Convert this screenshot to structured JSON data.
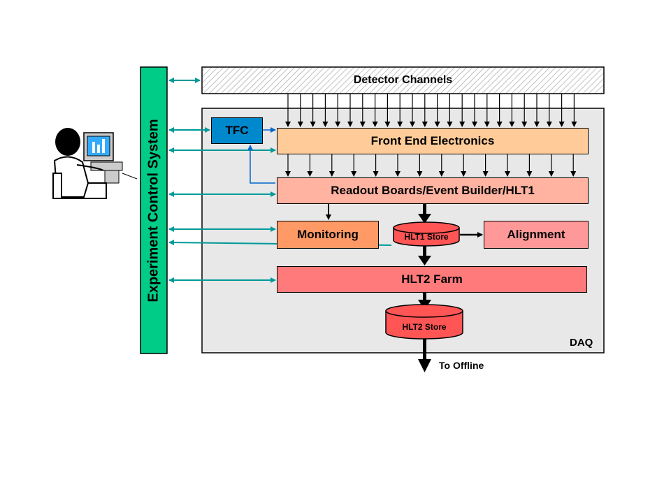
{
  "labels": {
    "ecs": "Experiment Control System",
    "detector": "Detector Channels",
    "tfc": "TFC",
    "fee": "Front End Electronics",
    "readout": "Readout Boards/Event Builder/HLT1",
    "monitoring": "Monitoring",
    "hlt1_store": "HLT1 Store",
    "alignment": "Alignment",
    "hlt2_farm": "HLT2 Farm",
    "hlt2_store": "HLT2 Store",
    "daq": "DAQ",
    "offline": "To Offline"
  },
  "colors": {
    "ecs": "#00cc88",
    "tfc": "#0088cc",
    "fee": "#ffcc99",
    "readout": "#ffb3a0",
    "monitoring": "#ff9966",
    "store": "#ff5555",
    "alignment": "#ff9999",
    "hlt2_farm": "#ff7a7a",
    "daq_bg": "#e8e8e8",
    "teal_arrow": "#009999",
    "blue_arrow": "#0066cc"
  }
}
